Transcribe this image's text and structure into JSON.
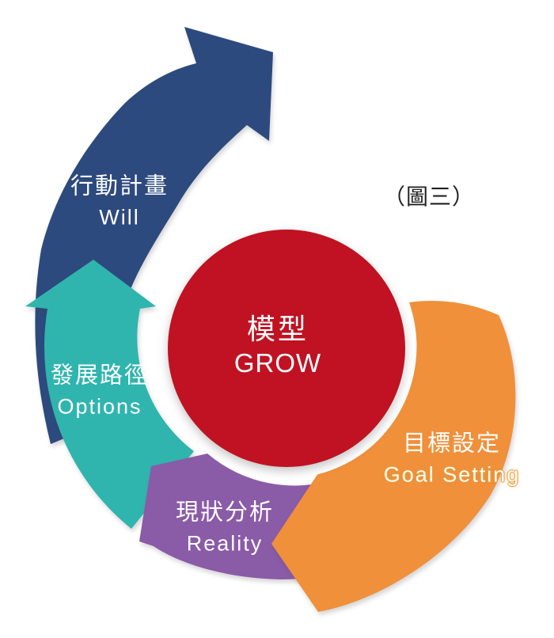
{
  "figure_label": "（圖三）",
  "background_color": "#ffffff",
  "center": {
    "title_zh": "模型",
    "title_en": "GROW",
    "circle_color": "#c01222",
    "ring_color": "#ffffff",
    "text_color": "#ffffff"
  },
  "steps": [
    {
      "id": "goal",
      "zh": "目標設定",
      "en": "Goal Setting",
      "color": "#f0903b",
      "position": "right"
    },
    {
      "id": "reality",
      "zh": "現狀分析",
      "en": "Reality",
      "color": "#8a5ba7",
      "position": "bottom"
    },
    {
      "id": "options",
      "zh": "發展路徑",
      "en": "Options",
      "color": "#2fb5ae",
      "position": "left"
    },
    {
      "id": "will",
      "zh": "行動計畫",
      "en": "Will",
      "color": "#2d4a7e",
      "position": "top"
    }
  ],
  "flow": "clockwise: Goal Setting → Reality → Options → Will (arrow exits top-right)"
}
